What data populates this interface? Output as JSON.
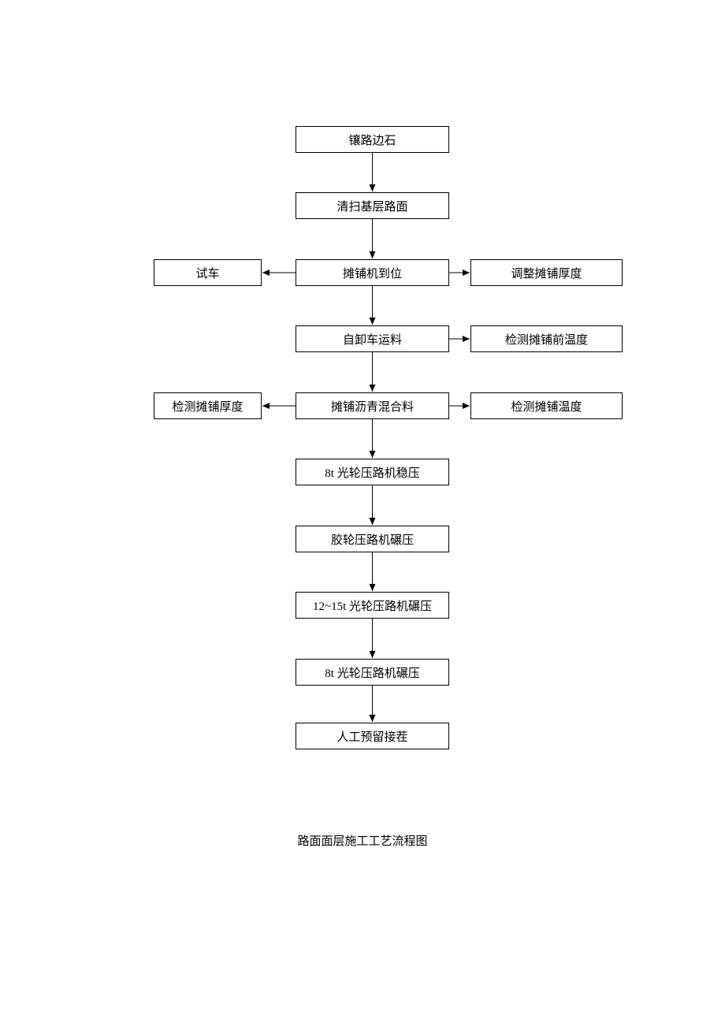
{
  "diagram": {
    "caption": "路面面层施工工艺流程图",
    "main_steps": [
      {
        "id": "install-curb",
        "label": "镶路边石"
      },
      {
        "id": "clean-base",
        "label": "清扫基层路面"
      },
      {
        "id": "paver-in-place",
        "label": "摊铺机到位"
      },
      {
        "id": "dump-truck-haul",
        "label": "自卸车运料"
      },
      {
        "id": "pave-asphalt-mix",
        "label": "摊铺沥青混合料"
      },
      {
        "id": "8t-roller-stabilize",
        "label": "8t 光轮压路机稳压"
      },
      {
        "id": "rubber-roller-compact",
        "label": "胶轮压路机碾压"
      },
      {
        "id": "12-15t-roller-compact",
        "label": "12~15t 光轮压路机碾压"
      },
      {
        "id": "8t-roller-compact",
        "label": "8t 光轮压路机碾压"
      },
      {
        "id": "manual-reserved-joint",
        "label": "人工预留接茬"
      }
    ],
    "side_steps": [
      {
        "id": "test-run",
        "label": "试车",
        "side": "left",
        "connected_to": "paver-in-place"
      },
      {
        "id": "adjust-paving-thickness",
        "label": "调整摊铺厚度",
        "side": "right",
        "connected_to": "paver-in-place"
      },
      {
        "id": "check-pre-paving-temperature",
        "label": "检测摊铺前温度",
        "side": "right",
        "connected_to": "dump-truck-haul"
      },
      {
        "id": "check-paving-thickness",
        "label": "检测摊铺厚度",
        "side": "left",
        "connected_to": "pave-asphalt-mix"
      },
      {
        "id": "check-paving-temperature",
        "label": "检测摊铺温度",
        "side": "right",
        "connected_to": "pave-asphalt-mix"
      }
    ],
    "colors": {
      "box_border": "#000000",
      "box_fill": "#ffffff",
      "text": "#000000",
      "arrow": "#000000",
      "page_background": "#ffffff"
    }
  }
}
